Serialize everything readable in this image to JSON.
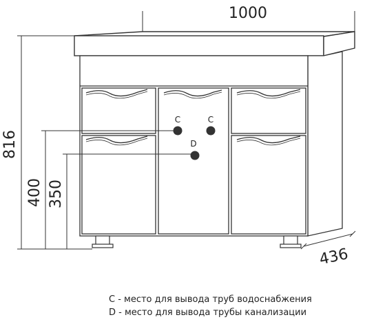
{
  "dimensions": {
    "width": "1000",
    "height": "816",
    "depth": "436",
    "outlet_c_height": "400",
    "outlet_d_height": "350"
  },
  "points": {
    "c_left": "C",
    "c_right": "C",
    "d": "D"
  },
  "legend": {
    "c": "C - место для вывода труб водоснабжения",
    "d": "D - место для вывода трубы канализации"
  },
  "colors": {
    "line": "#333333",
    "outlet": "#333333"
  }
}
